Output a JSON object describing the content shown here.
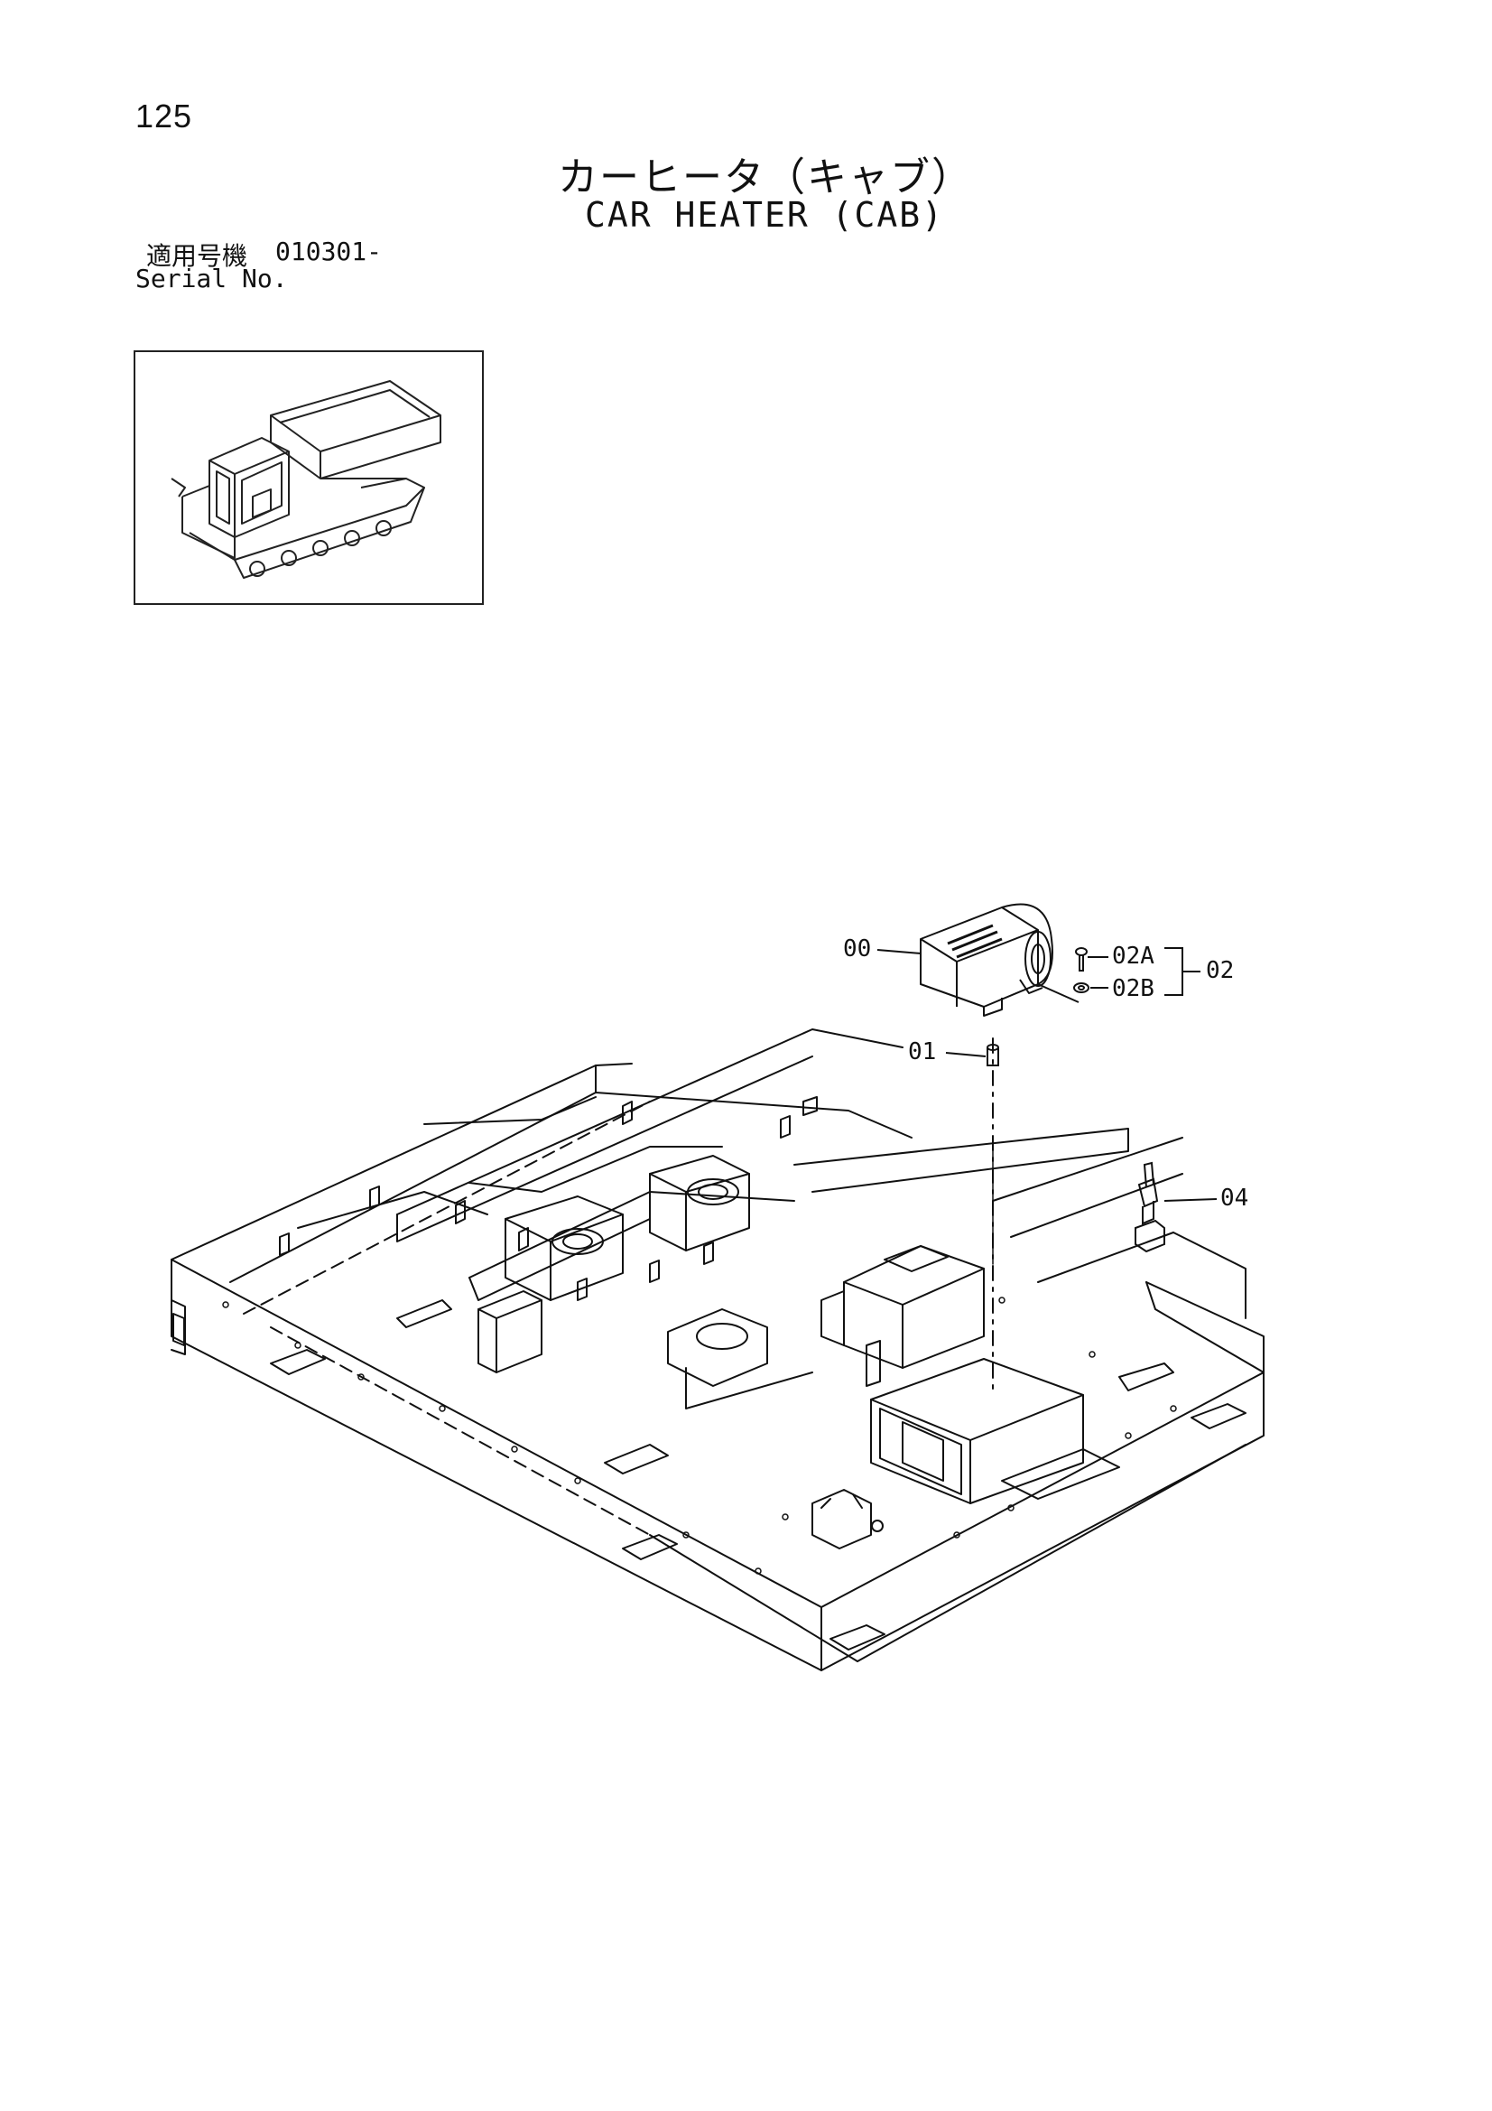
{
  "page": {
    "number": "125",
    "title_jp": "カーヒータ（キャブ）",
    "title_en": "CAR HEATER (CAB)",
    "serial_label_jp": "適用号機",
    "serial_value": "010301-",
    "serial_label_en": "Serial No."
  },
  "callouts": {
    "c00": "00",
    "c01": "01",
    "c02A": "02A",
    "c02B": "02B",
    "c02": "02",
    "c04": "04"
  },
  "colors": {
    "ink": "#111111",
    "paper": "#ffffff"
  },
  "icons": {
    "thumbnail": "tracked-carrier-icon",
    "heater": "car-heater-unit-icon",
    "bolt": "bolt-icon",
    "washer": "washer-icon",
    "switch": "heater-switch-icon"
  }
}
